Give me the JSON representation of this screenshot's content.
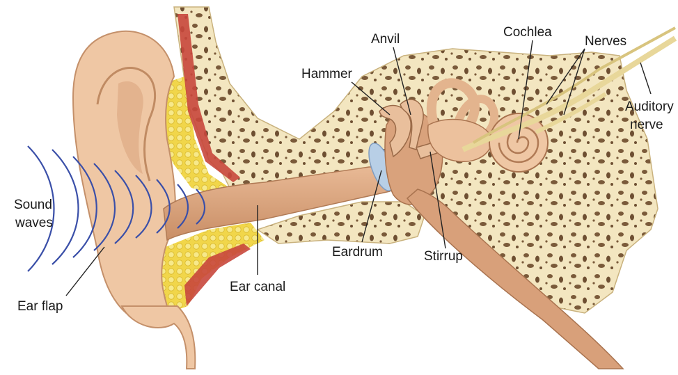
{
  "labels": {
    "sound_waves_line1": "Sound",
    "sound_waves_line2": "waves",
    "ear_flap": "Ear flap",
    "ear_canal": "Ear canal",
    "hammer": "Hammer",
    "anvil": "Anvil",
    "eardrum": "Eardrum",
    "stirrup": "Stirrup",
    "cochlea": "Cochlea",
    "nerves": "Nerves",
    "auditory_line1": "Auditory",
    "auditory_line2": "nerve"
  },
  "colors": {
    "skin": "#f0c9a6",
    "skin_shadow": "#d9a27c",
    "bone": "#f3e6c0",
    "bone_pore": "#7a5a3a",
    "fat": "#f3dd55",
    "muscle": "#c8473c",
    "eardrum": "#b8cfe6",
    "wave": "#3a4fa8",
    "nerve": "#e8d79a"
  }
}
